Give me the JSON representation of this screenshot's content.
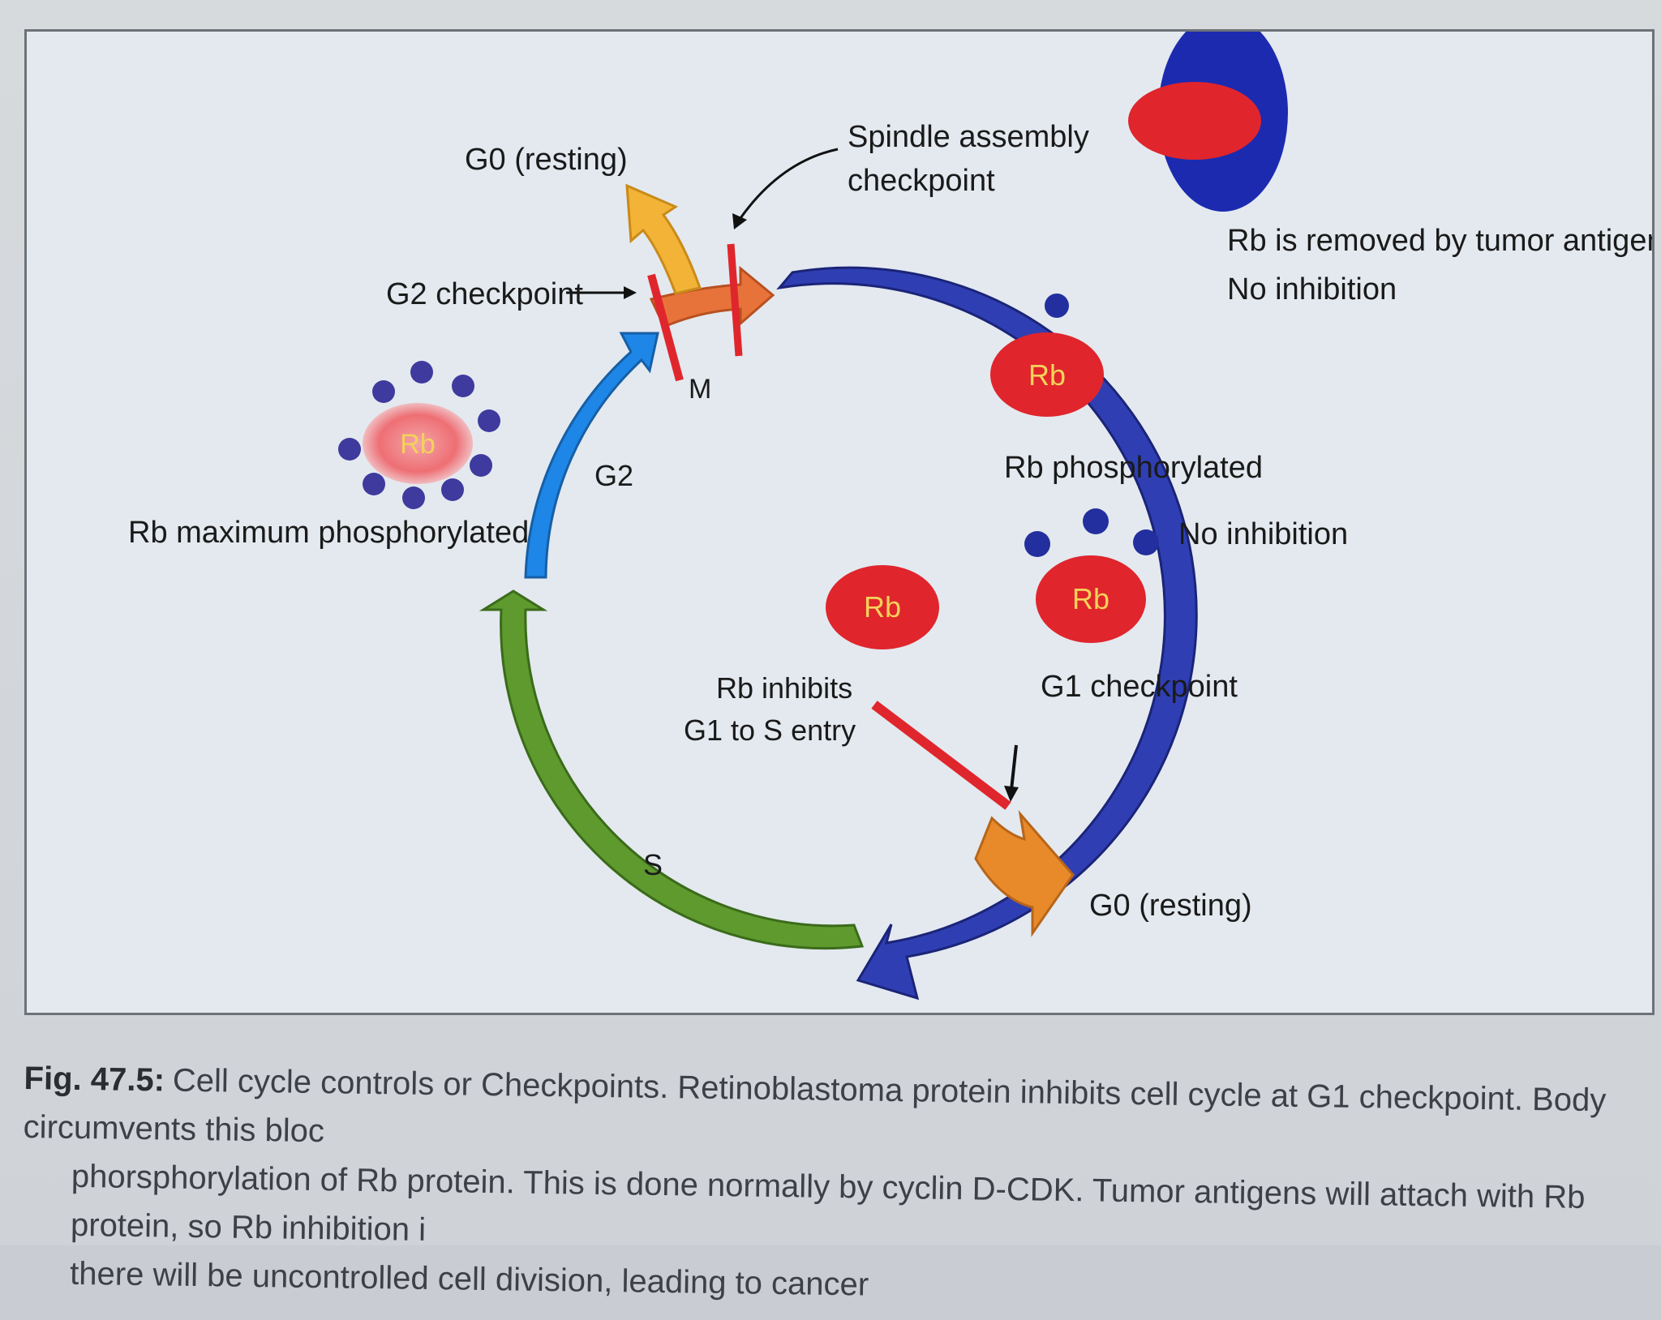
{
  "diagram": {
    "labels": {
      "g0_top": "G0 (resting)",
      "spindle_line1": "Spindle assembly",
      "spindle_line2": "checkpoint",
      "g2_checkpoint": "G2 checkpoint",
      "m_phase": "M",
      "g2_phase": "G2",
      "s_phase": "S",
      "rb_max": "Rb maximum phosphorylated",
      "rb_phos": "Rb phosphorylated",
      "no_inhibition": "No inhibition",
      "g1_checkpoint": "G1 checkpoint",
      "rb_inhibits_line1": "Rb inhibits",
      "rb_inhibits_line2": "G1 to S entry",
      "g0_bottom": "G0 (resting)",
      "tumor_line1": "Rb is removed by tumor antigen;",
      "tumor_line2": "No inhibition",
      "rb": "Rb"
    },
    "colors": {
      "g1_arc": "#2f3fb3",
      "s_arc": "#5e9a2e",
      "g2_arc": "#1e86e6",
      "m_arrow": "#e8733a",
      "g0_arrow_top": "#f2b336",
      "g0_arrow_bottom": "#e88a2a",
      "checkpoint_bar": "#e0262d",
      "rb_protein": "#e0252c",
      "phosphate": "#232f9e",
      "tumor_antigen": "#1c2ab0"
    }
  },
  "caption": {
    "fig_number": "Fig. 47.5:",
    "line1": "Cell cycle controls or Checkpoints. Retinoblastoma protein inhibits cell cycle at G1 checkpoint. Body circumvents this bloc",
    "line2": "phorsphorylation of Rb protein. This is done normally by cyclin D-CDK. Tumor antigens will attach with Rb protein, so Rb inhibition i",
    "line3": "there will be uncontrolled cell division, leading to cancer"
  }
}
